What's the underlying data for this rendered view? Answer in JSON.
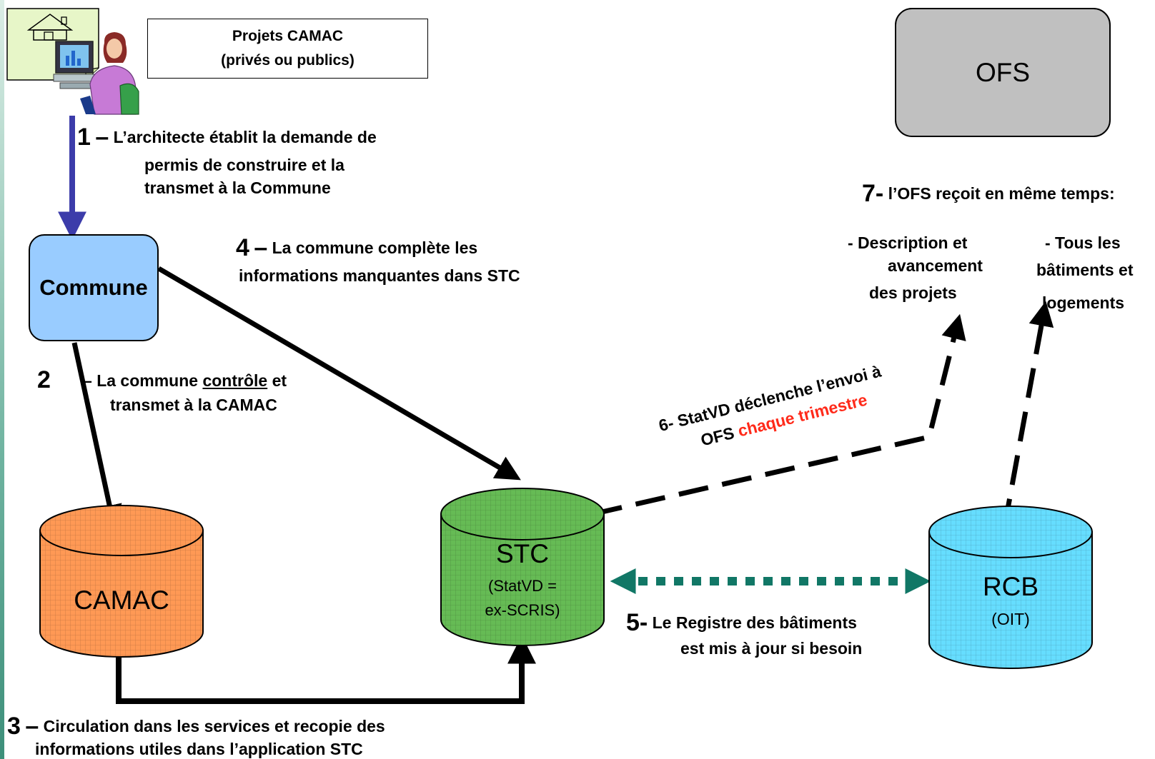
{
  "header": {
    "projects_line1": "Projets CAMAC",
    "projects_line2": "(privés ou publics)",
    "ofs": "OFS"
  },
  "boxes": {
    "commune": "Commune",
    "camac": "CAMAC",
    "stc_title": "STC",
    "stc_sub1": "(StatVD =",
    "stc_sub2": "ex-SCRIS)",
    "rcb_title": "RCB",
    "rcb_sub": "(OIT)"
  },
  "steps": {
    "s1_num": "1",
    "s1_dash": "–",
    "s1_line1": "L’architecte établit la demande de",
    "s1_line2": "permis de construire et la",
    "s1_line3": "transmet à la Commune",
    "s2_num": "2",
    "s2_dash": "–",
    "s2_a": "La commune ",
    "s2_b": "contrôle",
    "s2_c": " et",
    "s2_line2": "transmet à la CAMAC",
    "s3_num": "3",
    "s3_dash": "–",
    "s3_line1": "Circulation dans les services et recopie des",
    "s3_line2": "informations utiles dans l’application STC",
    "s4_num": "4",
    "s4_dash": "–",
    "s4_line1": "La commune complète les",
    "s4_line2": "informations manquantes dans STC",
    "s5_num": "5-",
    "s5_line1": "Le Registre des bâtiments",
    "s5_line2": "est mis à jour si besoin",
    "s6_line1": "6- StatVD déclenche l’envoi à",
    "s6_line2a": "OFS ",
    "s6_line2b": "chaque trimestre",
    "s7_num": "7-",
    "s7_title": "l’OFS reçoit en même temps:",
    "s7_a1": "- Description et",
    "s7_a2": "avancement",
    "s7_a3": "des projets",
    "s7_b1": "- Tous les",
    "s7_b2": "bâtiments et",
    "s7_b3": "logements"
  },
  "colors": {
    "commune": "#99ccff",
    "camac": "#ff9955",
    "stc": "#66bb55",
    "rcb": "#66ddff",
    "ofs": "#c0c0c0",
    "arrow_step1": "#3c3caa",
    "arrow_sync": "#117766",
    "highlight": "#ff2a1a"
  },
  "icons": {
    "user": "architect-at-computer-icon",
    "house": "house-icon"
  }
}
